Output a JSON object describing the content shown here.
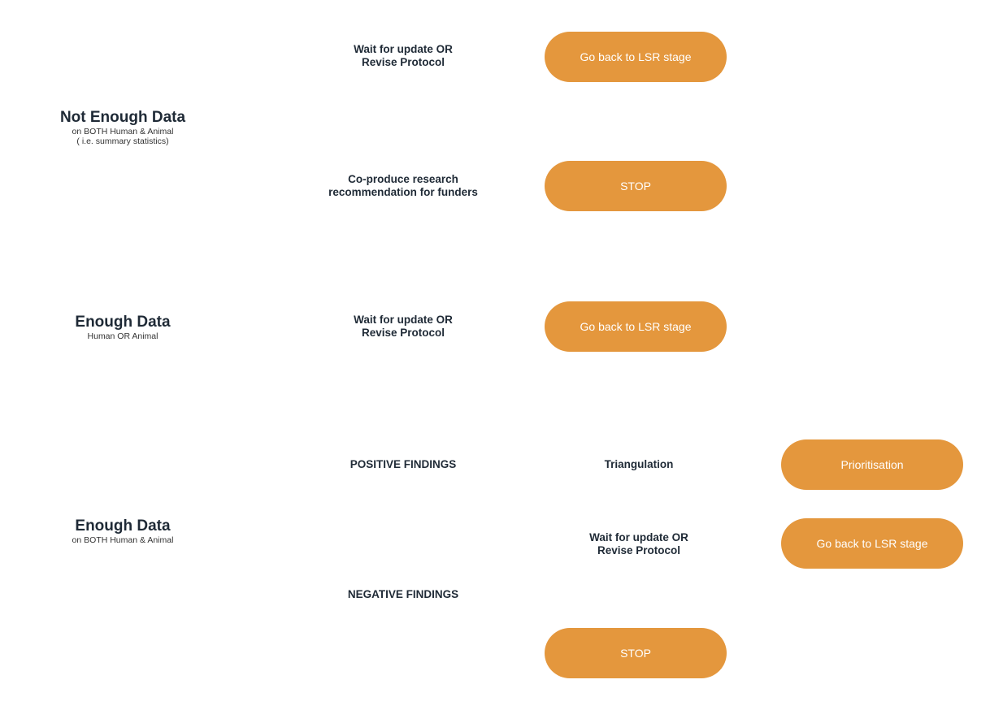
{
  "conditions": {
    "not_enough": {
      "title": "Not Enough Data",
      "sub1": "on BOTH Human & Animal",
      "sub2": "( i.e. summary statistics)"
    },
    "enough_one": {
      "title": "Enough Data",
      "sub1": "Human OR Animal"
    },
    "enough_both": {
      "title": "Enough Data",
      "sub1": "on BOTH Human & Animal"
    }
  },
  "labels": {
    "wait1_l1": "Wait for update OR",
    "wait1_l2": "Revise Protocol",
    "coproduce_l1": "Co-produce research",
    "coproduce_l2": "recommendation for funders",
    "wait2_l1": "Wait for update OR",
    "wait2_l2": "Revise Protocol",
    "positive": "POSITIVE FINDINGS",
    "triangulation": "Triangulation",
    "wait3_l1": "Wait for update OR",
    "wait3_l2": "Revise Protocol",
    "negative": "NEGATIVE FINDINGS"
  },
  "pills": {
    "go_back_1": "Go back to LSR stage",
    "stop_1": "STOP",
    "go_back_2": "Go back to LSR stage",
    "prioritisation": "Prioritisation",
    "go_back_3": "Go back to LSR stage",
    "stop_2": "STOP"
  },
  "colors": {
    "pill": "#e4973d",
    "text": "#1f2a36"
  }
}
